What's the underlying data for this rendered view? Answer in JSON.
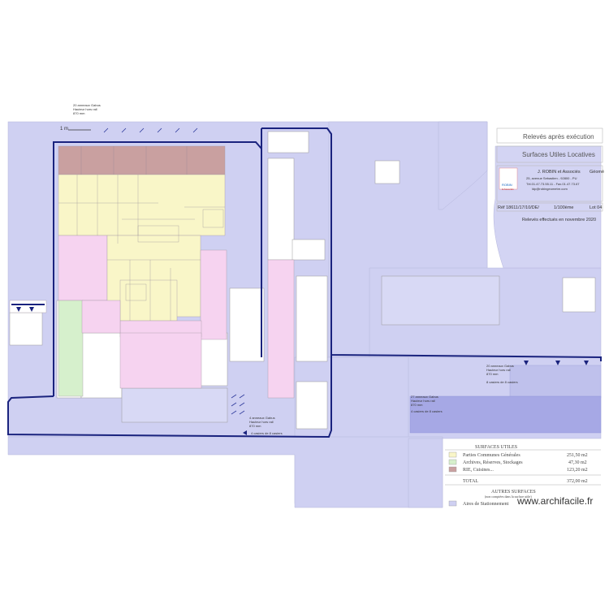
{
  "title_block": {
    "line1": "Relevés après exécution",
    "line2": "Surfaces  Utiles Locatives",
    "firm": "J. ROBIN et Associés",
    "firm_suffix": "Géomè",
    "address": "25, avenue Sebastien - 92800 - PU",
    "phone": "Tél.01.47.73.55.11 - Fax.01.47.73.67",
    "email": "ldp@robingeometre.com",
    "ref_label": "Réf 18611/17/10/DE/",
    "scale": "1/100ème",
    "sheet": "Lot 04",
    "survey_date": "Relevés effectués en novembre 2020",
    "logo_text": "ROBIN",
    "logo_sub": "& Associés"
  },
  "annotations": {
    "top_left_1": "20 anneaux Gabus",
    "top_left_2": "Hauteur hors rail",
    "top_left_3": "870 mm",
    "scale_1m": "1 m",
    "mid_1": "4 anneaux Gabus",
    "mid_2": "Hauteur hors rail",
    "mid_3": "870 mm",
    "mid_arrow": "4 casiers de 8 casiers",
    "right_1": "20 anneaux Gabus",
    "right_2": "Hauteur hors rail",
    "right_3": "870 mm",
    "right_4": "8 casiers de 8 casiers",
    "bottom_1": "27 anneaux Gabus",
    "bottom_2": "Hauteur hors rail",
    "bottom_3": "870 mm",
    "bottom_4": "4 casiers de 8 casiers"
  },
  "legend": {
    "heading": "SURFACES UTILES",
    "items": [
      {
        "label": "Parties Communes Générales",
        "value": "251,50 m2",
        "color": "#f9f6c8"
      },
      {
        "label": "Archives, Réserves, Stockages",
        "value": "47,30 m2",
        "color": "#d6f0cc"
      },
      {
        "label": "RIE, Cuisines...",
        "value": "123,20 m2",
        "color": "#c9a0a0"
      }
    ],
    "total_label": "TOTAL",
    "total_value": "372,00 m2",
    "other_heading": "AUTRES SURFACES",
    "other_sub": "(non comptées dans la surface utile)",
    "other_item": "Aires de Stationnement"
  },
  "watermark": "www.archifacile.fr",
  "colors": {
    "parking": "#cfd0f2",
    "route": "#1a237e",
    "pink": "#f6d3f0",
    "yellow": "#f9f6c8",
    "brown": "#c9a0a0",
    "green": "#d6f0cc"
  }
}
